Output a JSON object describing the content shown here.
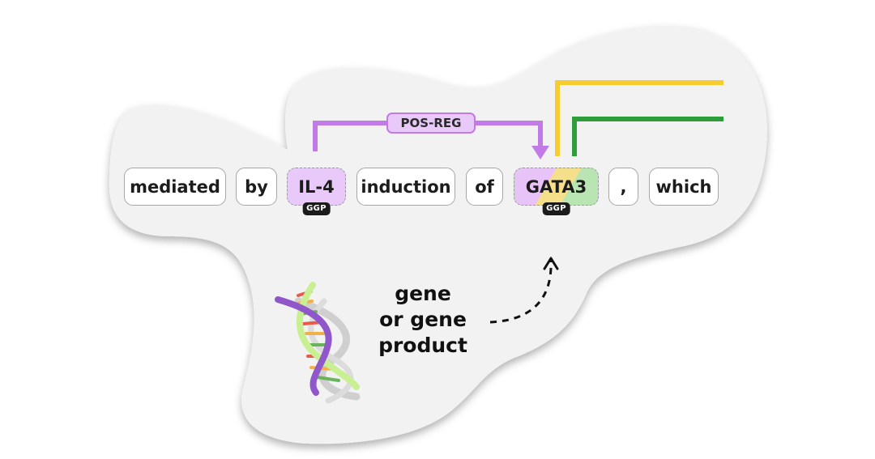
{
  "tokens": [
    {
      "text": "mediated",
      "entity": false
    },
    {
      "text": "by",
      "entity": false
    },
    {
      "text": "IL-4",
      "entity": true,
      "badge": "GGP"
    },
    {
      "text": "induction",
      "entity": false
    },
    {
      "text": "of",
      "entity": false
    },
    {
      "text": "GATA3",
      "entity": true,
      "badge": "GGP"
    },
    {
      "text": ",",
      "entity": false
    },
    {
      "text": "which",
      "entity": false
    }
  ],
  "relation": {
    "label": "POS-REG",
    "from": "IL-4",
    "to": "GATA3"
  },
  "caption": {
    "lines": [
      "gene",
      "or gene",
      "product"
    ]
  },
  "colors": {
    "relation_purple": "#c27ae6",
    "edge_yellow": "#f7cc2f",
    "edge_green": "#2e9e3a",
    "entity_purple_fill": "#e8c9f9",
    "entity_yellow_fill": "#f5df8a",
    "entity_green_fill": "#b9e5b3"
  }
}
